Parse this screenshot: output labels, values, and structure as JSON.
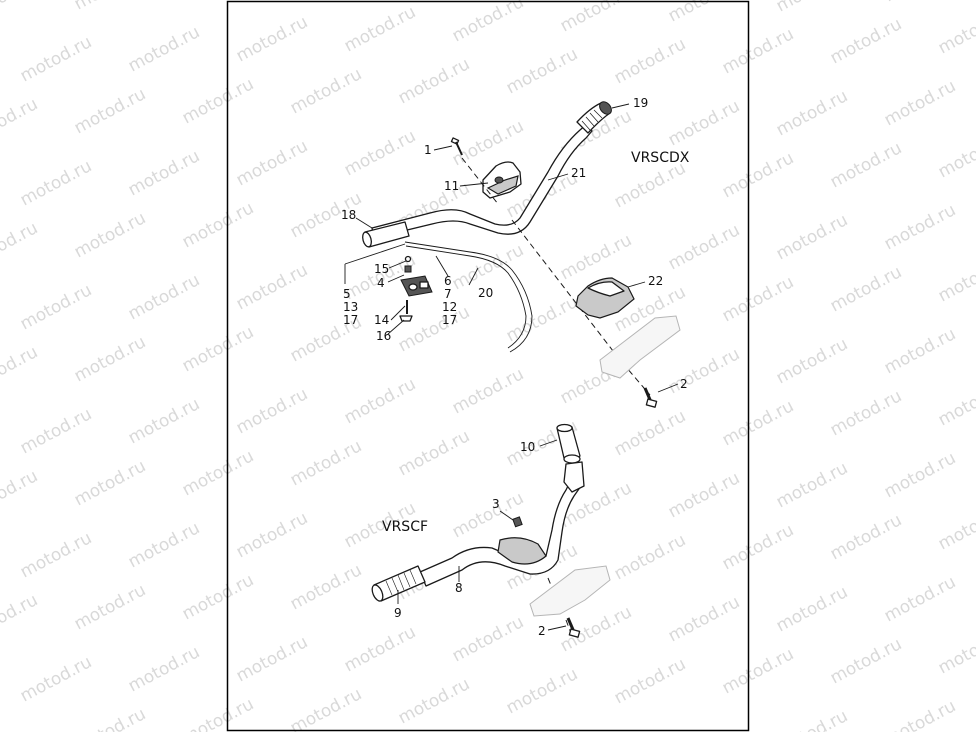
{
  "watermark": "motod.ru",
  "models": {
    "top": "VRSCDX",
    "bottom": "VRSCF"
  },
  "callouts": {
    "c1": "1",
    "c2a": "2",
    "c2b": "2",
    "c3": "3",
    "c4": "4",
    "c5": "5",
    "c6": "6",
    "c7": "7",
    "c8": "8",
    "c9": "9",
    "c10": "10",
    "c11": "11",
    "c12": "12",
    "c13": "13",
    "c14": "14",
    "c15": "15",
    "c16": "16",
    "c17a": "17",
    "c17b": "17",
    "c18": "18",
    "c19": "19",
    "c20": "20",
    "c21": "21",
    "c22": "22"
  }
}
